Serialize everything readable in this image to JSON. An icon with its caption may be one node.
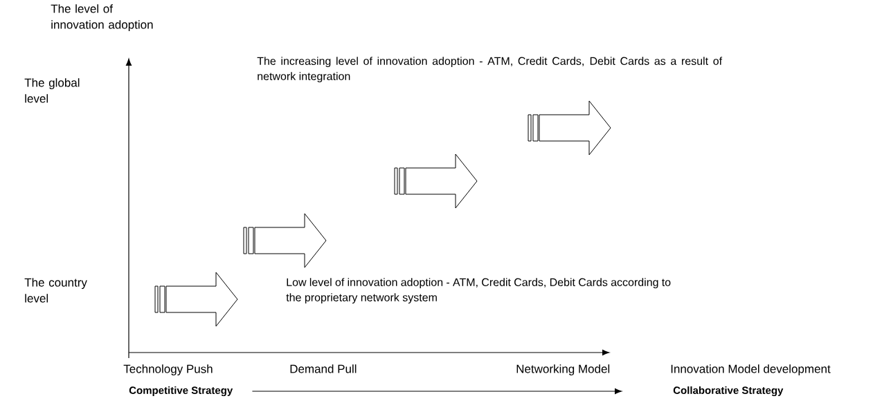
{
  "diagram": {
    "nodes": [
      {
        "text": [
          "Competitive Strategy"
        ]
      },
      {
        "text": [
          "Collaborative Strategy"
        ]
      }
    ],
    "edges": [
      {
        "from": 0,
        "to": 1,
        "arrow": "to"
      }
    ],
    "labels": [
      "The level of innovation adoption",
      "The increasing level of innovation adoption -  ATM, Credit Cards, Debit Cards as a result of network integration",
      "The global level",
      "The country level",
      "Low level of innovation adoption -  ATM, Credit Cards, Debit Cards according to the proprietary network system",
      "Technology Push",
      "Demand Pull",
      "Networking Model",
      "Innovation Model development"
    ]
  }
}
